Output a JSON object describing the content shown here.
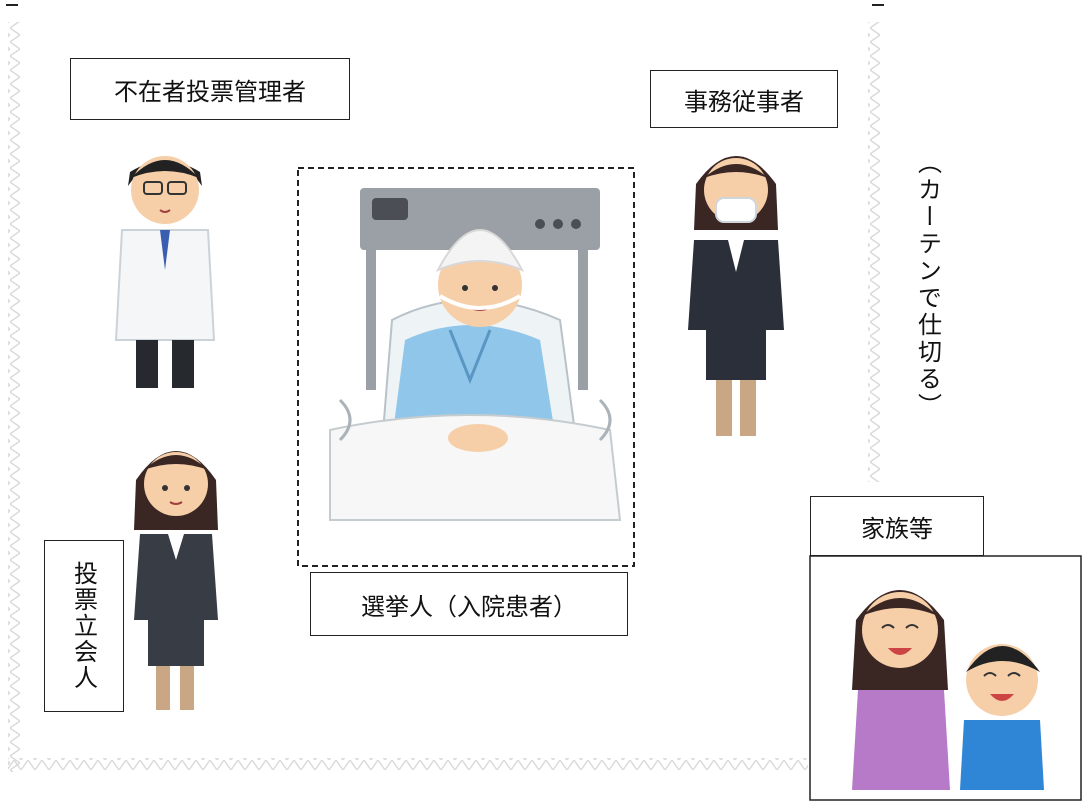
{
  "labels": {
    "absentee_manager": "不在者投票管理者",
    "clerk": "事務従事者",
    "witness": "投票立会人",
    "voter": "選挙人（入院患者）",
    "family": "家族等",
    "curtain": "（カーテンで仕切る）"
  },
  "colors": {
    "curtain_border": "#dcdcdc",
    "box_border": "#222222",
    "dashed_border": "#222222"
  }
}
